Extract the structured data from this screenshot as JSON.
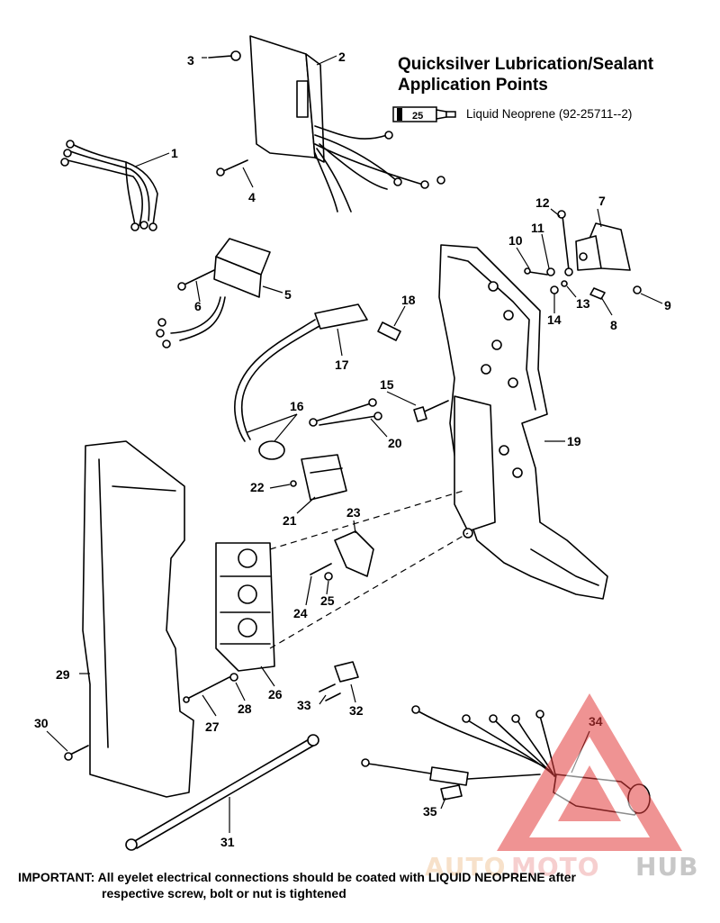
{
  "title": {
    "line1": "Quicksilver Lubrication/Sealant",
    "line2": "Application Points"
  },
  "legend": {
    "tube_number": "25",
    "text": "Liquid Neoprene (92-25711--2)"
  },
  "callouts": [
    "1",
    "2",
    "3",
    "4",
    "5",
    "6",
    "7",
    "8",
    "9",
    "10",
    "11",
    "12",
    "13",
    "14",
    "15",
    "16",
    "17",
    "18",
    "19",
    "20",
    "21",
    "22",
    "23",
    "24",
    "25",
    "26",
    "27",
    "28",
    "29",
    "30",
    "31",
    "32",
    "33",
    "34",
    "35"
  ],
  "note": {
    "line1": "IMPORTANT: All eyelet electrical connections should be coated with LIQUID NEOPRENE after",
    "line2": "respective screw, bolt or nut is tightened"
  },
  "watermark": {
    "text_a": "AUTO",
    "text_b": "MOTO",
    "text_c": "HUB",
    "color_a": "#f2c9a0",
    "color_b": "#f0a8a8",
    "color_c": "#bfbfbf"
  }
}
